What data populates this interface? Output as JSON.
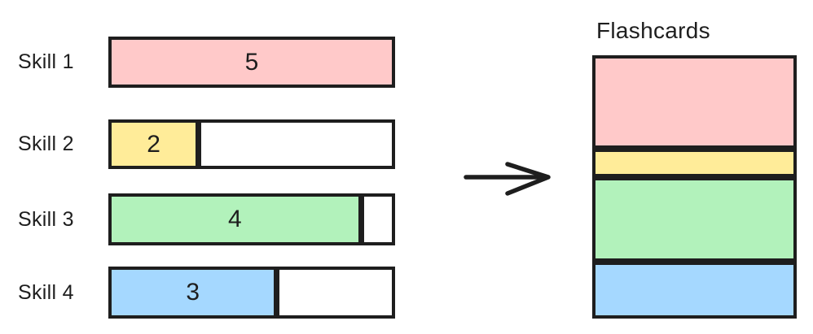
{
  "colors": {
    "stroke": "#1e1e1e",
    "background": "#ffffff",
    "pink": "#ffc9c9",
    "yellow": "#ffec99",
    "green": "#b2f2bb",
    "blue": "#a5d8ff"
  },
  "skills": [
    {
      "label": "Skill 1",
      "value": "5",
      "color_name": "pink"
    },
    {
      "label": "Skill 2",
      "value": "2",
      "color_name": "yellow"
    },
    {
      "label": "Skill 3",
      "value": "4",
      "color_name": "green"
    },
    {
      "label": "Skill 4",
      "value": "3",
      "color_name": "blue"
    }
  ],
  "flashcards": {
    "title": "Flashcards",
    "segments": [
      {
        "skill": "Skill 1",
        "value": 5,
        "color_name": "pink"
      },
      {
        "skill": "Skill 2",
        "value": 2,
        "color_name": "yellow"
      },
      {
        "skill": "Skill 3",
        "value": 4,
        "color_name": "green"
      },
      {
        "skill": "Skill 4",
        "value": 3,
        "color_name": "blue"
      }
    ]
  },
  "chart_data": {
    "type": "bar",
    "orientation": "horizontal",
    "categories": [
      "Skill 1",
      "Skill 2",
      "Skill 3",
      "Skill 4"
    ],
    "values": [
      5,
      2,
      4,
      3
    ],
    "title": "Flashcards",
    "series_colors": [
      "#ffc9c9",
      "#ffec99",
      "#b2f2bb",
      "#a5d8ff"
    ],
    "right_stack_order": [
      "Skill 1",
      "Skill 2",
      "Skill 3",
      "Skill 4"
    ]
  }
}
